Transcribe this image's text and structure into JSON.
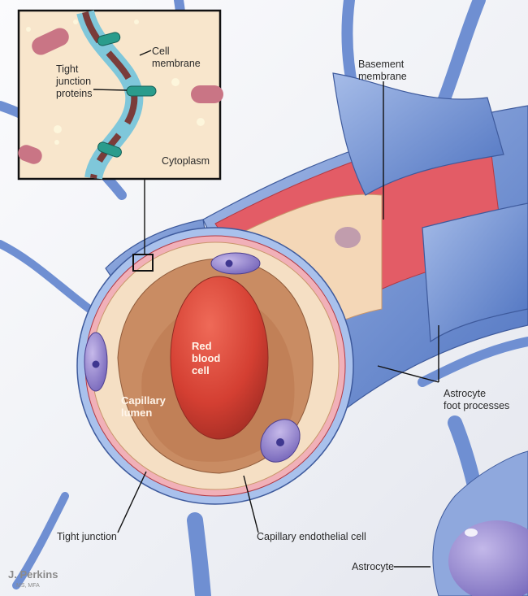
{
  "figure": {
    "title": "Blood-brain barrier: capillary with astrocyte foot processes",
    "colors": {
      "background": "#f2f3f7",
      "astrocyte": "#7b97d6",
      "astrocyte_dark": "#4a6fbf",
      "basement_membrane": "#e0606a",
      "endothelium": "#f4dcc0",
      "red_blood_cell": "#d9453a",
      "lumen": "#c88a60",
      "inset_bg": "#f8e6cc",
      "membrane": "#7fc7da",
      "junction_protein": "#2a9c8c",
      "mitochondria": "#c97585",
      "nucleus_cell": "#8a86c9"
    }
  },
  "inset": {
    "labels": {
      "cell_membrane": "Cell\nmembrane",
      "tight_junction_proteins": "Tight\njunction\nproteins",
      "cytoplasm": "Cytoplasm"
    }
  },
  "labels": {
    "basement_membrane": "Basement\nmembrane",
    "red_blood_cell": "Red\nblood\ncell",
    "capillary_lumen": "Capillary\nlumen",
    "astrocyte_foot_processes": "Astrocyte\nfoot processes",
    "tight_junction": "Tight junction",
    "capillary_endothelial_cell": "Capillary endothelial cell",
    "astrocyte": "Astrocyte"
  },
  "signature": {
    "name": "J. Perkins",
    "credentials": "MS, MFA"
  }
}
